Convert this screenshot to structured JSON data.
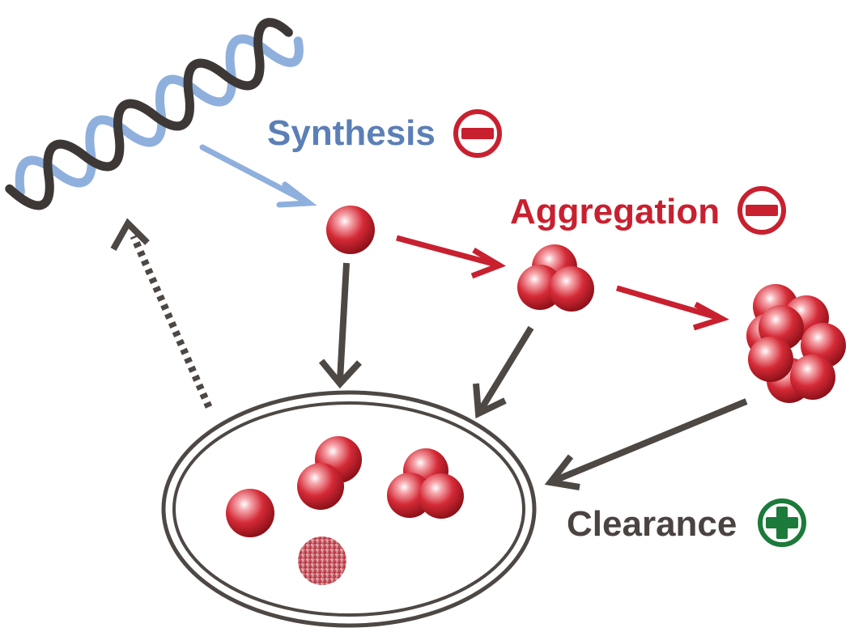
{
  "labels": {
    "synthesis": "Synthesis",
    "aggregation": "Aggregation",
    "clearance": "Clearance"
  },
  "indicators": {
    "synthesis": "minus",
    "aggregation": "minus",
    "clearance": "plus"
  },
  "colors": {
    "synthesis": "#5b7fb6",
    "aggregation": "#c8202f",
    "clearance": "#4a4340",
    "plus_indicator": "#1c7a3a",
    "minus_indicator": "#c8202f",
    "dna_strand_blue": "#8fb0dd",
    "dna_strand_dark": "#3d3836",
    "sphere": "#d42a36",
    "arrow_dark": "#4e4844"
  },
  "icons": [
    "dna-helix-icon",
    "protein-monomer-icon",
    "oligomer-cluster-icon",
    "aggregate-cluster-icon",
    "degraded-protein-icon",
    "cell-compartment-icon"
  ]
}
